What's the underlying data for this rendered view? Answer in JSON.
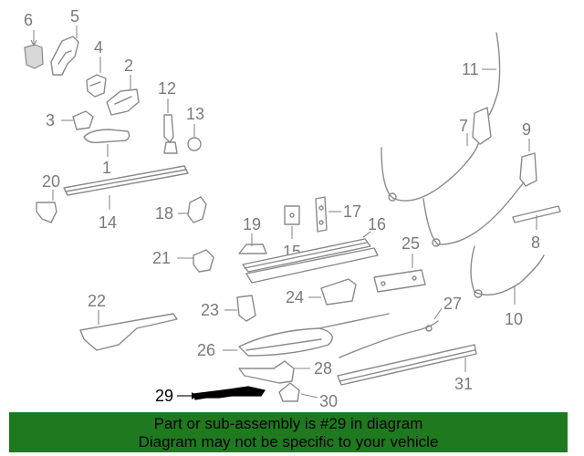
{
  "labels": {
    "p1": "1",
    "p2": "2",
    "p3": "3",
    "p4": "4",
    "p5": "5",
    "p6": "6",
    "p7": "7",
    "p8": "8",
    "p9": "9",
    "p10": "10",
    "p11": "11",
    "p12": "12",
    "p13": "13",
    "p14": "14",
    "p15": "15",
    "p16": "16",
    "p17": "17",
    "p18": "18",
    "p19": "19",
    "p20": "20",
    "p21": "21",
    "p22": "22",
    "p23": "23",
    "p24": "24",
    "p25": "25",
    "p26": "26",
    "p27": "27",
    "p28": "28",
    "p29": "29",
    "p30": "30",
    "p31": "31"
  },
  "banner": {
    "line1": "Part or sub-assembly is #29 in diagram",
    "line2": "Diagram may not be specific to your vehicle",
    "color": "#1f7a1f"
  },
  "highlight_part": "29"
}
